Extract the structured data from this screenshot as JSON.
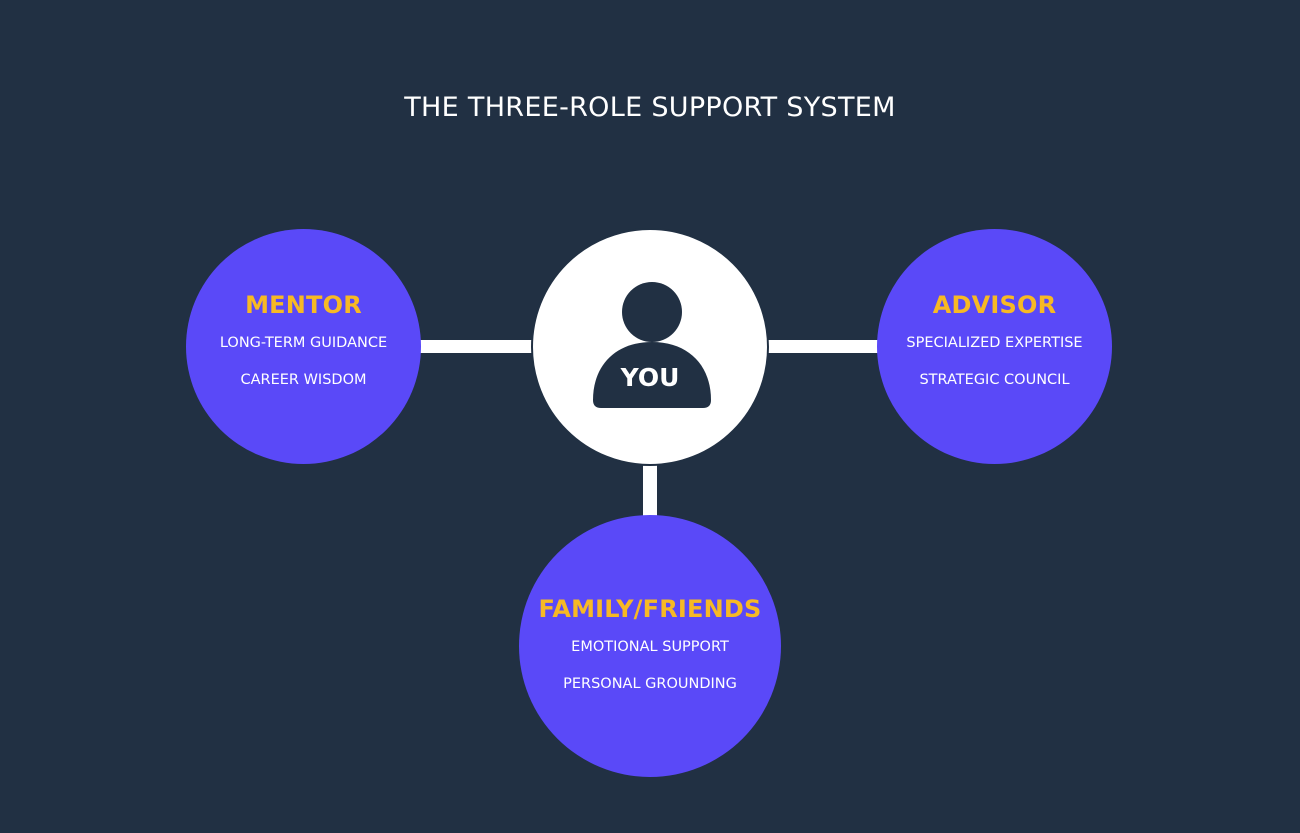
{
  "diagram": {
    "title": "THE THREE-ROLE SUPPORT SYSTEM",
    "center": {
      "label": "YOU",
      "icon": "person-icon"
    },
    "roles": {
      "mentor": {
        "name": "MENTOR",
        "lines": [
          "LONG-TERM GUIDANCE",
          "CAREER WISDOM"
        ]
      },
      "advisor": {
        "name": "ADVISOR",
        "lines": [
          "SPECIALIZED EXPERTISE",
          "STRATEGIC COUNCIL"
        ]
      },
      "family": {
        "name": "FAMILY/FRIENDS",
        "lines": [
          "EMOTIONAL SUPPORT",
          "PERSONAL GROUNDING"
        ]
      }
    },
    "colors": {
      "background": "#213043",
      "role_circle": "#5a49f8",
      "role_name": "#f7b924",
      "center_circle": "#ffffff",
      "connector": "#ffffff",
      "person_icon": "#213043"
    }
  }
}
